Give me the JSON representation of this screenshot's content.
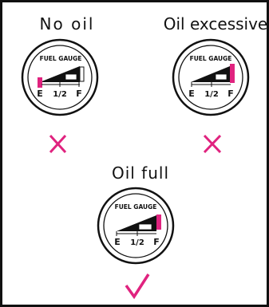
{
  "colors": {
    "accent": "#e0237f",
    "ink": "#111111",
    "background": "#ffffff"
  },
  "panels": [
    {
      "caption": "No oil",
      "gauge_title": "FUEL GAUGE",
      "scale": [
        "E",
        "1/2",
        "F"
      ],
      "indicator": "E",
      "verdict": "cross-icon"
    },
    {
      "caption": "Oil excessive",
      "gauge_title": "FUEL GAUGE",
      "scale": [
        "E",
        "1/2",
        "F"
      ],
      "indicator": "F",
      "verdict": "cross-icon"
    },
    {
      "caption": "Oil full",
      "gauge_title": "FUEL GAUGE",
      "scale": [
        "E",
        "1/2",
        "F"
      ],
      "indicator": "F",
      "verdict": "check-icon"
    }
  ]
}
